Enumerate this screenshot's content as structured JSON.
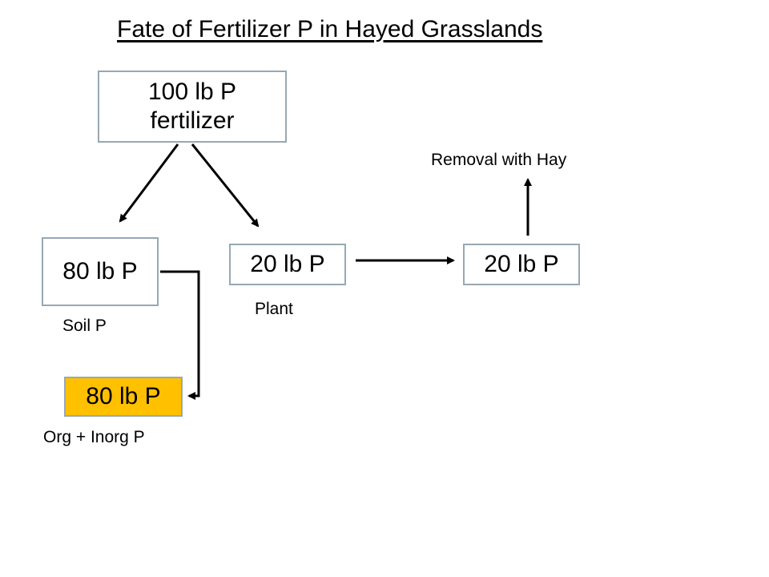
{
  "title": "Fate of Fertilizer P in Hayed Grasslands",
  "nodes": {
    "fertilizer": {
      "text": "100 lb P fertilizer",
      "line1": "100 lb P",
      "line2": "fertilizer"
    },
    "soil": {
      "text": "80 lb P",
      "caption": "Soil P"
    },
    "plant": {
      "text": "20 lb P",
      "caption": "Plant"
    },
    "removal": {
      "text": "20 lb P",
      "caption": "Removal with Hay"
    },
    "org_inorg": {
      "text": "80 lb P",
      "caption": "Org + Inorg P",
      "fill": "#ffc000"
    }
  },
  "edges": [
    {
      "from": "fertilizer",
      "to": "soil"
    },
    {
      "from": "fertilizer",
      "to": "plant"
    },
    {
      "from": "plant",
      "to": "removal"
    },
    {
      "from": "removal",
      "to": "Removal with Hay"
    },
    {
      "from": "soil",
      "to": "org_inorg"
    }
  ],
  "colors": {
    "box_border": "#98a8b3",
    "highlight_fill": "#ffc000",
    "arrow": "#000000"
  }
}
